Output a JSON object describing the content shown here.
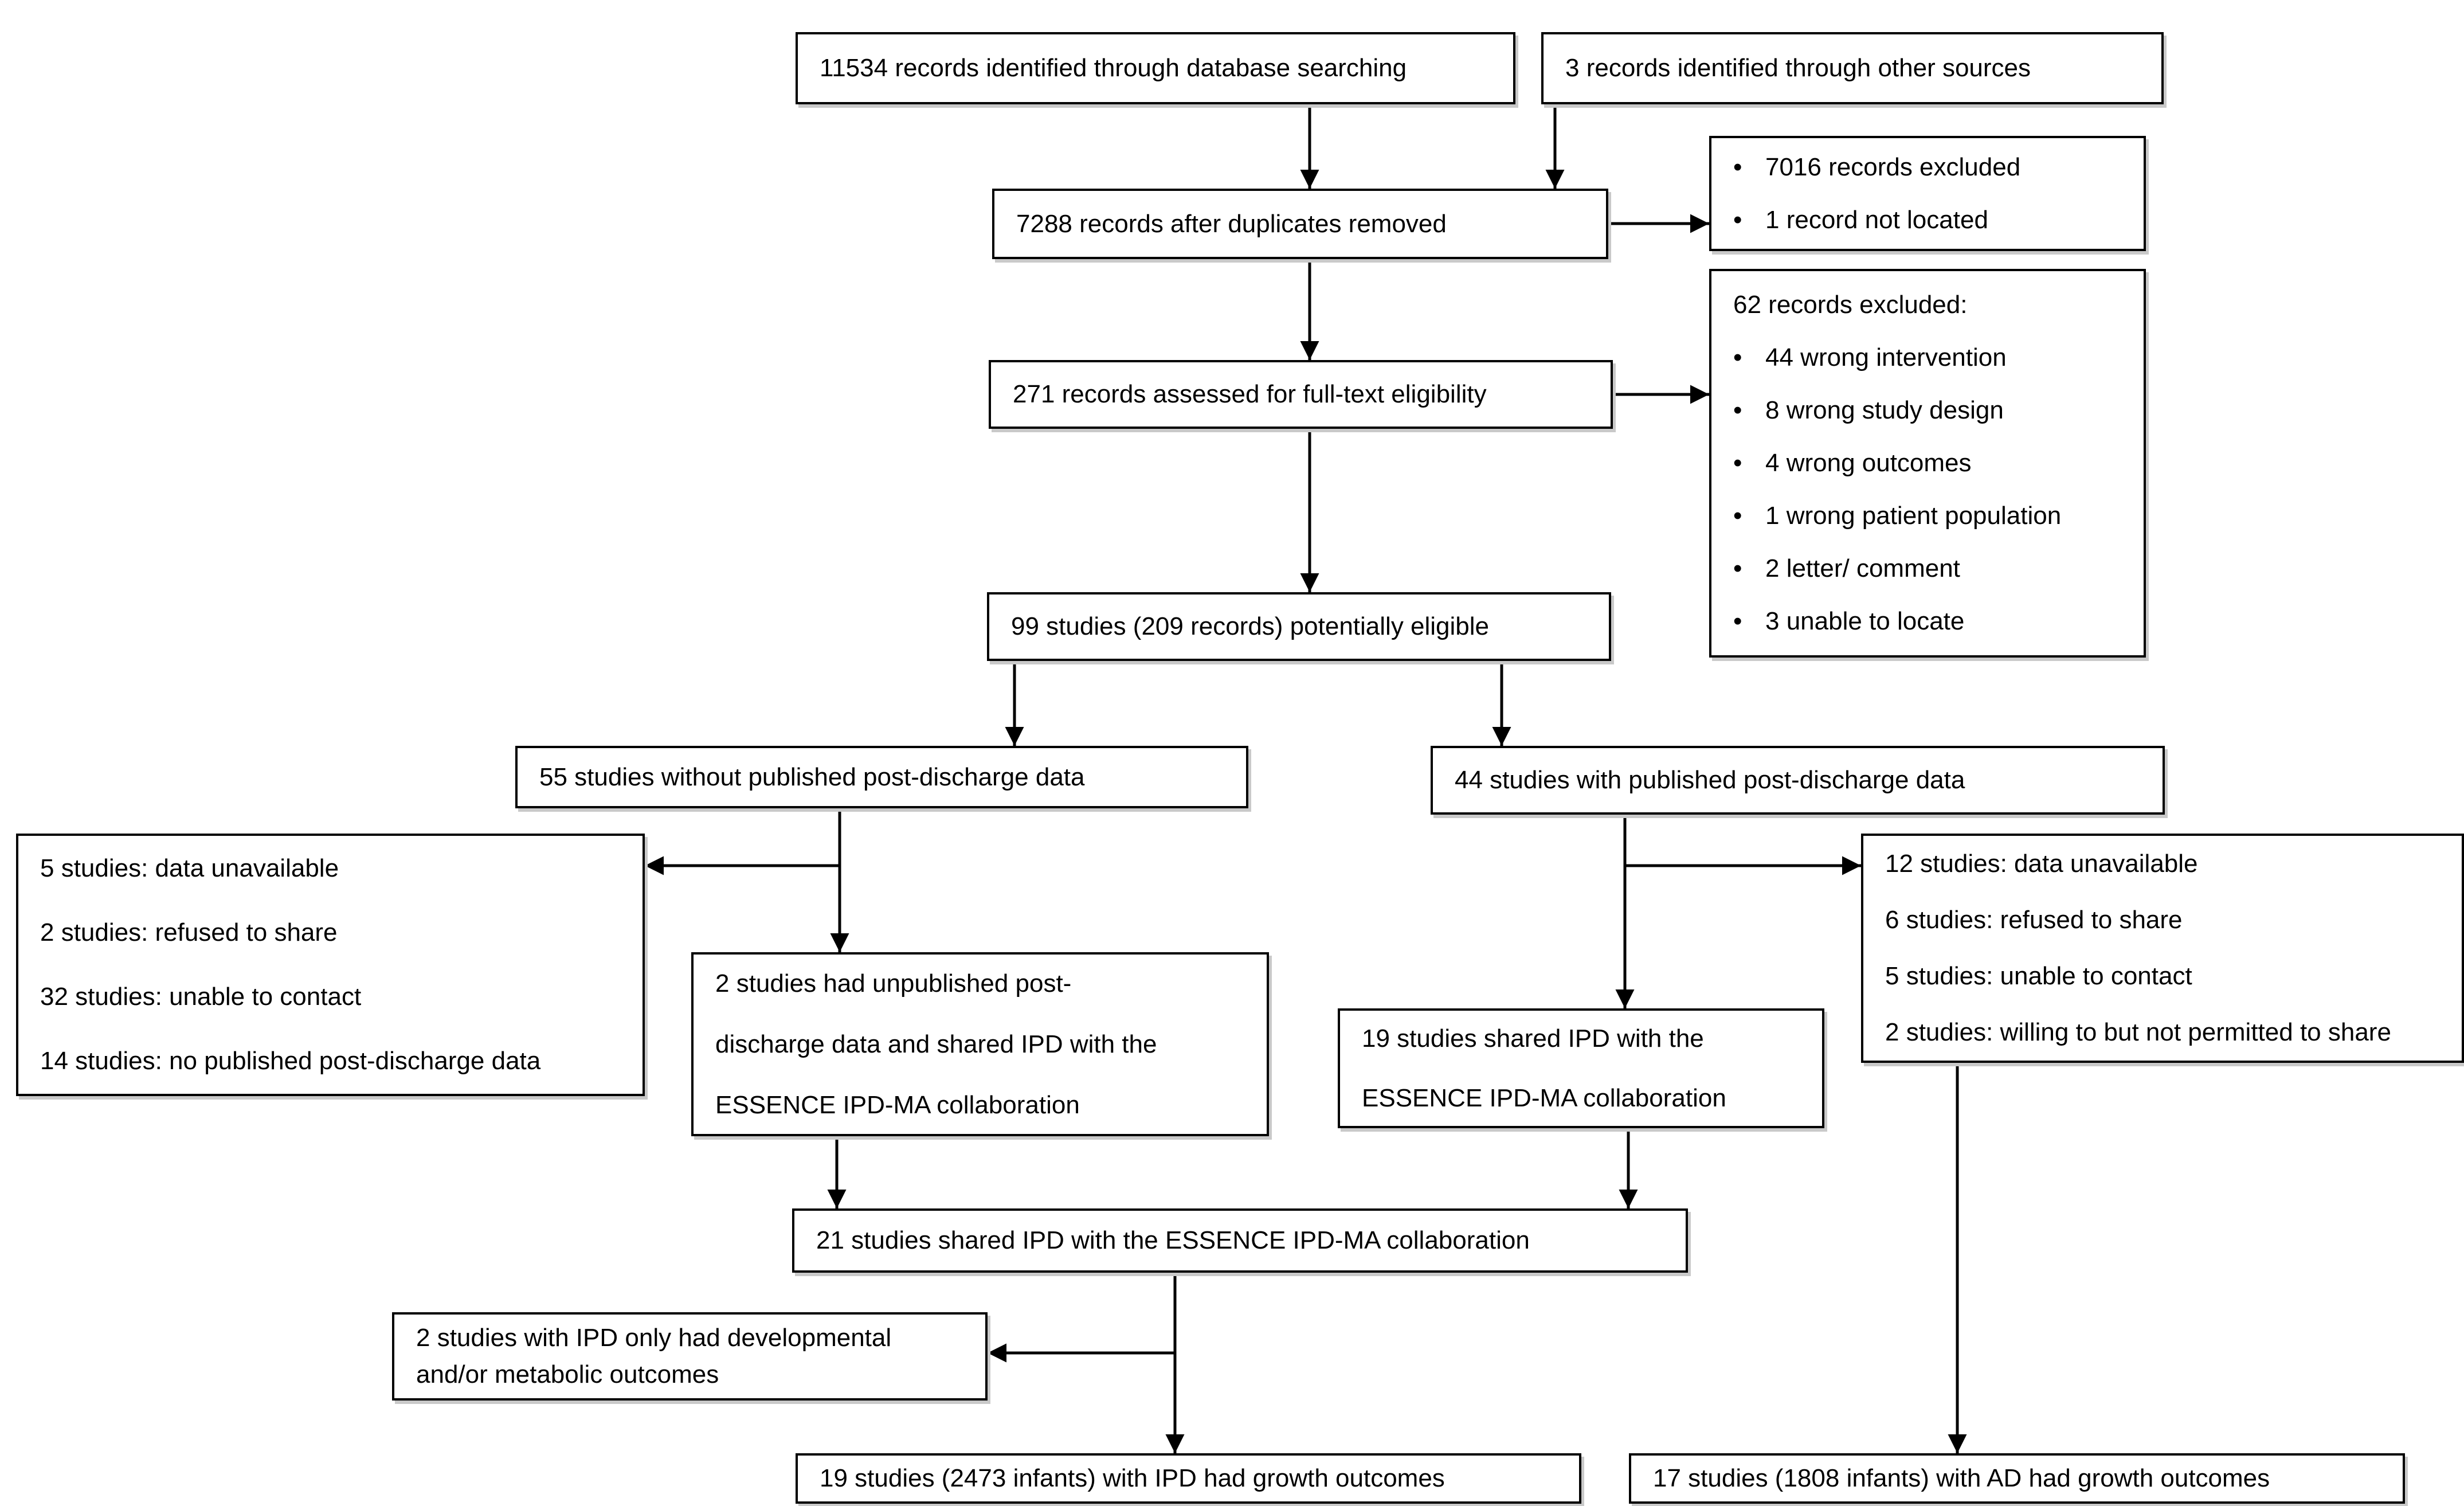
{
  "page": {
    "background_color": "#ffffff",
    "box_border_color": "#000000",
    "shadow_color": "#c9c9c9",
    "text_color": "#000000"
  },
  "flowchart": {
    "bullet": "•",
    "boxes": {
      "db_search": {
        "text": "11534 records identified through database searching"
      },
      "other_sources": {
        "text": "3 records identified through other sources"
      },
      "after_duplicates": {
        "text": "7288 records after duplicates removed"
      },
      "duplicates_excluded": {
        "items": [
          "7016 records excluded",
          "1 record not located"
        ]
      },
      "fulltext_assessed": {
        "text": "271 records assessed for full-text eligibility"
      },
      "fulltext_excluded": {
        "title": "62 records excluded:",
        "items": [
          "44 wrong intervention",
          "8 wrong study design",
          "4 wrong outcomes",
          "1 wrong patient population",
          "2 letter/ comment",
          "3 unable to locate"
        ]
      },
      "potentially_eligible": {
        "text": "99 studies (209 records) potentially eligible"
      },
      "without_published": {
        "text": "55 studies without published post-discharge data"
      },
      "with_published": {
        "text": "44 studies with published post-discharge data"
      },
      "without_published_excluded": {
        "items": [
          "5 studies: data unavailable",
          "2 studies: refused to share",
          "32 studies: unable to contact",
          "14 studies: no published post-discharge data"
        ]
      },
      "unpublished_shared_ipd": {
        "lines": [
          "2 studies had unpublished post-",
          "discharge data and shared IPD with the",
          "ESSENCE IPD-MA collaboration"
        ]
      },
      "published_shared_ipd": {
        "lines": [
          "19 studies shared IPD with the",
          "ESSENCE IPD-MA collaboration"
        ]
      },
      "with_published_excluded": {
        "items": [
          "12 studies: data unavailable",
          "6 studies: refused to share",
          "5 studies: unable to contact",
          "2 studies: willing to but not permitted to share"
        ]
      },
      "total_shared_ipd": {
        "text": "21 studies shared IPD with the ESSENCE IPD-MA collaboration"
      },
      "ipd_other_outcomes": {
        "lines": [
          "2 studies with IPD only had developmental",
          "and/or metabolic outcomes"
        ]
      },
      "ipd_growth": {
        "text": "19 studies (2473 infants) with IPD had growth outcomes"
      },
      "ad_growth": {
        "text": "17 studies (1808 infants) with AD had growth outcomes"
      }
    }
  }
}
